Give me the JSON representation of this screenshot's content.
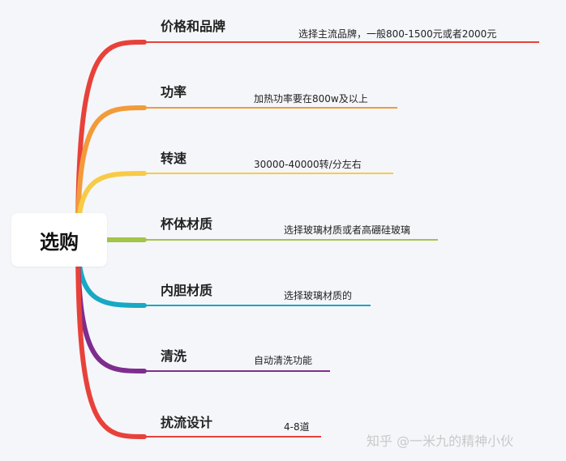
{
  "root": {
    "label": "选购"
  },
  "branches": [
    {
      "topic": "价格和品牌",
      "detail": "选择主流品牌，一般800-1500元或者2000元",
      "color": "#e8413a"
    },
    {
      "topic": "功率",
      "detail": "加热功率要在800w及以上",
      "color": "#f29b38"
    },
    {
      "topic": "转速",
      "detail": "30000-40000转/分左右",
      "color": "#f7cb45"
    },
    {
      "topic": "杯体材质",
      "detail": "选择玻璃材质或者高硼硅玻璃",
      "color": "#a3c44a"
    },
    {
      "topic": "内胆材质",
      "detail": "选择玻璃材质的",
      "color": "#17a9c4"
    },
    {
      "topic": "清洗",
      "detail": "自动清洗功能",
      "color": "#7e2d8e"
    },
    {
      "topic": "扰流设计",
      "detail": "4-8道",
      "color": "#e8413a"
    }
  ],
  "watermark": "知乎 @一米九的精神小伙"
}
